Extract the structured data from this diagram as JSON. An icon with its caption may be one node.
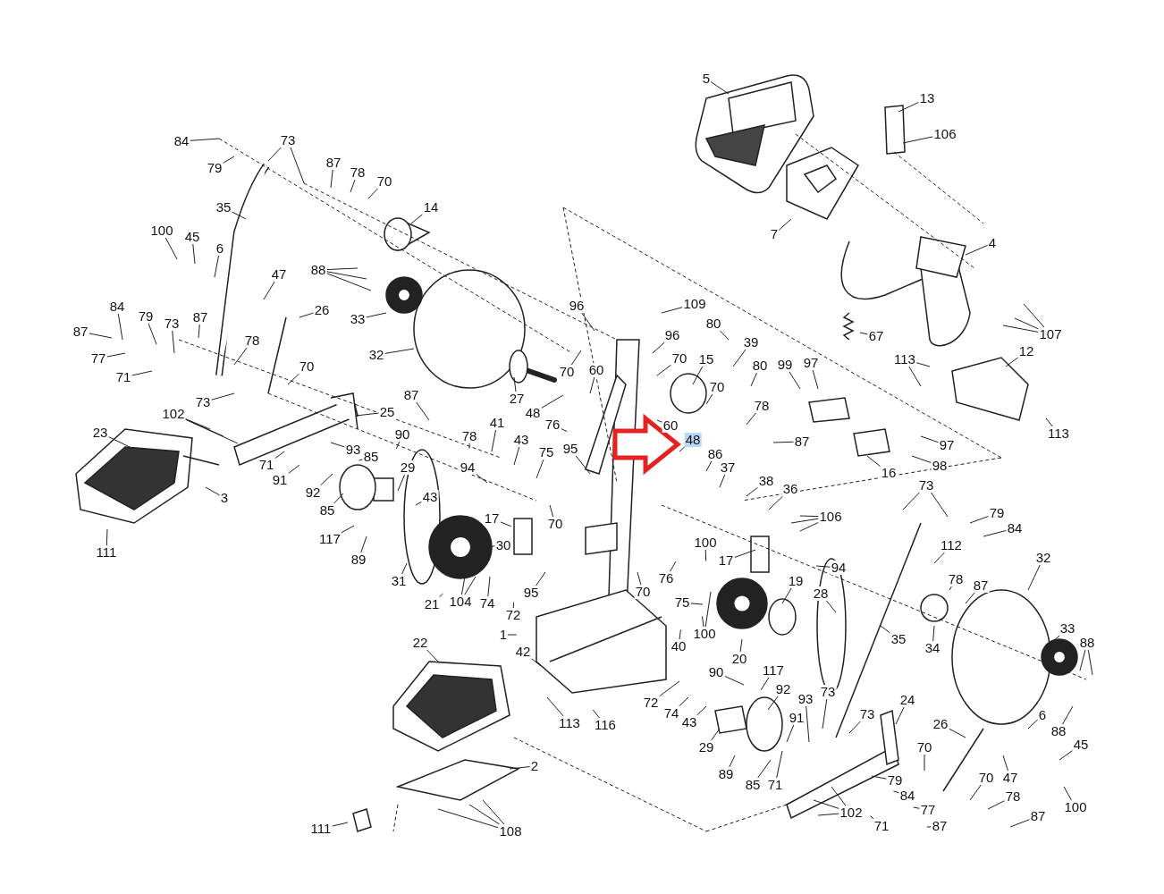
{
  "diagram": {
    "nodes": [
      {
        "text": [
          "5"
        ]
      },
      {
        "text": [
          "13"
        ]
      },
      {
        "text": [
          "106"
        ]
      },
      {
        "text": [
          "84"
        ]
      },
      {
        "text": [
          "73"
        ]
      },
      {
        "text": [
          "79"
        ]
      },
      {
        "text": [
          "87"
        ]
      },
      {
        "text": [
          "78"
        ]
      },
      {
        "text": [
          "70"
        ]
      },
      {
        "text": [
          "14"
        ]
      },
      {
        "text": [
          "35"
        ]
      },
      {
        "text": [
          "7"
        ]
      },
      {
        "text": [
          "4"
        ]
      },
      {
        "text": [
          "100"
        ]
      },
      {
        "text": [
          "45"
        ]
      },
      {
        "text": [
          "6"
        ]
      },
      {
        "text": [
          "47"
        ]
      },
      {
        "text": [
          "88"
        ]
      },
      {
        "text": [
          "26"
        ]
      },
      {
        "text": [
          "33"
        ]
      },
      {
        "text": [
          "109"
        ]
      },
      {
        "text": [
          "96"
        ]
      },
      {
        "text": [
          "84"
        ]
      },
      {
        "text": [
          "79"
        ]
      },
      {
        "text": [
          "73"
        ]
      },
      {
        "text": [
          "87"
        ]
      },
      {
        "text": [
          "87"
        ]
      },
      {
        "text": [
          "80"
        ]
      },
      {
        "text": [
          "67"
        ]
      },
      {
        "text": [
          "107"
        ]
      },
      {
        "text": [
          "96"
        ]
      },
      {
        "text": [
          "39"
        ]
      },
      {
        "text": [
          "78"
        ]
      },
      {
        "text": [
          "77"
        ]
      },
      {
        "text": [
          "32"
        ]
      },
      {
        "text": [
          "70"
        ]
      },
      {
        "text": [
          "15"
        ]
      },
      {
        "text": [
          "80"
        ]
      },
      {
        "text": [
          "99"
        ]
      },
      {
        "text": [
          "97"
        ]
      },
      {
        "text": [
          "113"
        ]
      },
      {
        "text": [
          "12"
        ]
      },
      {
        "text": [
          "71"
        ]
      },
      {
        "text": [
          "70"
        ]
      },
      {
        "text": [
          "70"
        ]
      },
      {
        "text": [
          "60"
        ]
      },
      {
        "text": [
          "70"
        ]
      },
      {
        "text": [
          "27"
        ]
      },
      {
        "text": [
          "73"
        ]
      },
      {
        "text": [
          "48"
        ]
      },
      {
        "text": [
          "78"
        ]
      },
      {
        "text": [
          "87"
        ]
      },
      {
        "text": [
          "102"
        ]
      },
      {
        "text": [
          "25"
        ]
      },
      {
        "text": [
          "60"
        ]
      },
      {
        "text": [
          "76"
        ]
      },
      {
        "text": [
          "87"
        ]
      },
      {
        "text": [
          "97"
        ]
      },
      {
        "text": [
          "48"
        ]
      },
      {
        "text": [
          "113"
        ]
      },
      {
        "text": [
          "23"
        ]
      },
      {
        "text": [
          "78"
        ]
      },
      {
        "text": [
          "41"
        ]
      },
      {
        "text": [
          "43"
        ]
      },
      {
        "text": [
          "90"
        ]
      },
      {
        "text": [
          "85"
        ]
      },
      {
        "text": [
          "93"
        ]
      },
      {
        "text": [
          "71"
        ]
      },
      {
        "text": [
          "95"
        ]
      },
      {
        "text": [
          "75"
        ]
      },
      {
        "text": [
          "86"
        ]
      },
      {
        "text": [
          "16"
        ]
      },
      {
        "text": [
          "98"
        ]
      },
      {
        "text": [
          "94"
        ]
      },
      {
        "text": [
          "29"
        ]
      },
      {
        "text": [
          "37"
        ]
      },
      {
        "text": [
          "91"
        ]
      },
      {
        "text": [
          "92"
        ]
      },
      {
        "text": [
          "3"
        ]
      },
      {
        "text": [
          "38"
        ]
      },
      {
        "text": [
          "36"
        ]
      },
      {
        "text": [
          "73"
        ]
      },
      {
        "text": [
          "85"
        ]
      },
      {
        "text": [
          "43"
        ]
      },
      {
        "text": [
          "106"
        ]
      },
      {
        "text": [
          "79"
        ]
      },
      {
        "text": [
          "17"
        ]
      },
      {
        "text": [
          "70"
        ]
      },
      {
        "text": [
          "30"
        ]
      },
      {
        "text": [
          "84"
        ]
      },
      {
        "text": [
          "117"
        ]
      },
      {
        "text": [
          "100"
        ]
      },
      {
        "text": [
          "112"
        ]
      },
      {
        "text": [
          "111"
        ]
      },
      {
        "text": [
          "17"
        ]
      },
      {
        "text": [
          "94"
        ]
      },
      {
        "text": [
          "32"
        ]
      },
      {
        "text": [
          "89"
        ]
      },
      {
        "text": [
          "31"
        ]
      },
      {
        "text": [
          "78"
        ]
      },
      {
        "text": [
          "87"
        ]
      },
      {
        "text": [
          "19"
        ]
      },
      {
        "text": [
          "28"
        ]
      },
      {
        "text": [
          "95"
        ]
      },
      {
        "text": [
          "76"
        ]
      },
      {
        "text": [
          "70"
        ]
      },
      {
        "text": [
          "75"
        ]
      },
      {
        "text": [
          "21"
        ]
      },
      {
        "text": [
          "104"
        ]
      },
      {
        "text": [
          "74"
        ]
      },
      {
        "text": [
          "72"
        ]
      },
      {
        "text": [
          "100"
        ]
      },
      {
        "text": [
          "34"
        ]
      },
      {
        "text": [
          "35"
        ]
      },
      {
        "text": [
          "33"
        ]
      },
      {
        "text": [
          "1"
        ]
      },
      {
        "text": [
          "88"
        ]
      },
      {
        "text": [
          "40"
        ]
      },
      {
        "text": [
          "22"
        ]
      },
      {
        "text": [
          "20"
        ]
      },
      {
        "text": [
          "42"
        ]
      },
      {
        "text": [
          "90"
        ]
      },
      {
        "text": [
          "117"
        ]
      },
      {
        "text": [
          "92"
        ]
      },
      {
        "text": [
          "73"
        ]
      },
      {
        "text": [
          "24"
        ]
      },
      {
        "text": [
          "72"
        ]
      },
      {
        "text": [
          "93"
        ]
      },
      {
        "text": [
          "74"
        ]
      },
      {
        "text": [
          "73"
        ]
      },
      {
        "text": [
          "6"
        ]
      },
      {
        "text": [
          "43"
        ]
      },
      {
        "text": [
          "113"
        ]
      },
      {
        "text": [
          "116"
        ]
      },
      {
        "text": [
          "91"
        ]
      },
      {
        "text": [
          "26"
        ]
      },
      {
        "text": [
          "88"
        ]
      },
      {
        "text": [
          "29"
        ]
      },
      {
        "text": [
          "70"
        ]
      },
      {
        "text": [
          "45"
        ]
      },
      {
        "text": [
          "2"
        ]
      },
      {
        "text": [
          "89"
        ]
      },
      {
        "text": [
          "85"
        ]
      },
      {
        "text": [
          "71"
        ]
      },
      {
        "text": [
          "79"
        ]
      },
      {
        "text": [
          "47"
        ]
      },
      {
        "text": [
          "70"
        ]
      },
      {
        "text": [
          "84"
        ]
      },
      {
        "text": [
          "78"
        ]
      },
      {
        "text": [
          "77"
        ]
      },
      {
        "text": [
          "100"
        ]
      },
      {
        "text": [
          "102"
        ]
      },
      {
        "text": [
          "71"
        ]
      },
      {
        "text": [
          "87"
        ]
      },
      {
        "text": [
          "87"
        ]
      },
      {
        "text": [
          "111"
        ]
      },
      {
        "text": [
          "108"
        ]
      }
    ],
    "edges": [
      {
        "from": 0,
        "to": null,
        "arrow": "none"
      },
      {
        "from": 1,
        "to": null,
        "arrow": "none"
      },
      {
        "from": 2,
        "to": null,
        "arrow": "none"
      },
      {
        "from": 3,
        "to": null,
        "arrow": "none"
      },
      {
        "from": 4,
        "to": null,
        "arrow": "none"
      },
      {
        "from": 4,
        "to": null,
        "arrow": "none"
      },
      {
        "from": 5,
        "to": null,
        "arrow": "none"
      },
      {
        "from": 6,
        "to": null,
        "arrow": "none"
      },
      {
        "from": 7,
        "to": null,
        "arrow": "none"
      },
      {
        "from": 8,
        "to": null,
        "arrow": "none"
      },
      {
        "from": 9,
        "to": null,
        "arrow": "none"
      },
      {
        "from": 10,
        "to": null,
        "arrow": "none"
      },
      {
        "from": 11,
        "to": null,
        "arrow": "none"
      },
      {
        "from": 12,
        "to": null,
        "arrow": "none"
      },
      {
        "from": 13,
        "to": null,
        "arrow": "none"
      },
      {
        "from": 14,
        "to": null,
        "arrow": "none"
      },
      {
        "from": 15,
        "to": null,
        "arrow": "none"
      },
      {
        "from": 16,
        "to": null,
        "arrow": "none"
      },
      {
        "from": 17,
        "to": null,
        "arrow": "none"
      },
      {
        "from": 17,
        "to": null,
        "arrow": "none"
      },
      {
        "from": 17,
        "to": null,
        "arrow": "none"
      },
      {
        "from": 18,
        "to": null,
        "arrow": "none"
      },
      {
        "from": 19,
        "to": null,
        "arrow": "none"
      },
      {
        "from": 20,
        "to": null,
        "arrow": "none"
      },
      {
        "from": 21,
        "to": null,
        "arrow": "none"
      },
      {
        "from": 22,
        "to": null,
        "arrow": "none"
      },
      {
        "from": 23,
        "to": null,
        "arrow": "none"
      },
      {
        "from": 24,
        "to": null,
        "arrow": "none"
      },
      {
        "from": 25,
        "to": null,
        "arrow": "none"
      },
      {
        "from": 26,
        "to": null,
        "arrow": "none"
      },
      {
        "from": 27,
        "to": null,
        "arrow": "none"
      },
      {
        "from": 28,
        "to": null,
        "arrow": "none"
      },
      {
        "from": 29,
        "to": null,
        "arrow": "none"
      },
      {
        "from": 29,
        "to": null,
        "arrow": "none"
      },
      {
        "from": 29,
        "to": null,
        "arrow": "none"
      },
      {
        "from": 30,
        "to": null,
        "arrow": "none"
      },
      {
        "from": 31,
        "to": null,
        "arrow": "none"
      },
      {
        "from": 32,
        "to": null,
        "arrow": "none"
      },
      {
        "from": 33,
        "to": null,
        "arrow": "none"
      },
      {
        "from": 34,
        "to": null,
        "arrow": "none"
      },
      {
        "from": 35,
        "to": null,
        "arrow": "none"
      },
      {
        "from": 36,
        "to": null,
        "arrow": "none"
      },
      {
        "from": 37,
        "to": null,
        "arrow": "none"
      },
      {
        "from": 38,
        "to": null,
        "arrow": "none"
      },
      {
        "from": 39,
        "to": null,
        "arrow": "none"
      },
      {
        "from": 40,
        "to": null,
        "arrow": "none"
      },
      {
        "from": 40,
        "to": null,
        "arrow": "none"
      },
      {
        "from": 41,
        "to": null,
        "arrow": "none"
      },
      {
        "from": 42,
        "to": null,
        "arrow": "none"
      },
      {
        "from": 43,
        "to": null,
        "arrow": "none"
      },
      {
        "from": 44,
        "to": null,
        "arrow": "none"
      },
      {
        "from": 45,
        "to": null,
        "arrow": "none"
      },
      {
        "from": 46,
        "to": null,
        "arrow": "none"
      },
      {
        "from": 47,
        "to": null,
        "arrow": "none"
      },
      {
        "from": 48,
        "to": null,
        "arrow": "none"
      },
      {
        "from": 49,
        "to": null,
        "arrow": "none"
      },
      {
        "from": 50,
        "to": null,
        "arrow": "none"
      },
      {
        "from": 51,
        "to": null,
        "arrow": "none"
      },
      {
        "from": 52,
        "to": null,
        "arrow": "none"
      },
      {
        "from": 52,
        "to": null,
        "arrow": "none"
      },
      {
        "from": 52,
        "to": null,
        "arrow": "none"
      },
      {
        "from": 53,
        "to": null,
        "arrow": "none"
      },
      {
        "from": 54,
        "to": null,
        "arrow": "none"
      },
      {
        "from": 55,
        "to": null,
        "arrow": "none"
      },
      {
        "from": 56,
        "to": null,
        "arrow": "none"
      },
      {
        "from": 57,
        "to": null,
        "arrow": "none"
      },
      {
        "from": 58,
        "to": null,
        "arrow": "none"
      },
      {
        "from": 59,
        "to": null,
        "arrow": "none"
      },
      {
        "from": 60,
        "to": null,
        "arrow": "none"
      },
      {
        "from": 61,
        "to": null,
        "arrow": "none"
      },
      {
        "from": 62,
        "to": null,
        "arrow": "none"
      },
      {
        "from": 63,
        "to": null,
        "arrow": "none"
      },
      {
        "from": 64,
        "to": null,
        "arrow": "none"
      },
      {
        "from": 65,
        "to": null,
        "arrow": "none"
      },
      {
        "from": 66,
        "to": null,
        "arrow": "none"
      },
      {
        "from": 67,
        "to": null,
        "arrow": "none"
      },
      {
        "from": 68,
        "to": null,
        "arrow": "none"
      },
      {
        "from": 69,
        "to": null,
        "arrow": "none"
      },
      {
        "from": 70,
        "to": null,
        "arrow": "none"
      },
      {
        "from": 71,
        "to": null,
        "arrow": "none"
      },
      {
        "from": 72,
        "to": null,
        "arrow": "none"
      },
      {
        "from": 73,
        "to": null,
        "arrow": "none"
      },
      {
        "from": 74,
        "to": null,
        "arrow": "none"
      },
      {
        "from": 75,
        "to": null,
        "arrow": "none"
      },
      {
        "from": 76,
        "to": null,
        "arrow": "none"
      },
      {
        "from": 77,
        "to": null,
        "arrow": "none"
      },
      {
        "from": 78,
        "to": null,
        "arrow": "none"
      },
      {
        "from": 79,
        "to": null,
        "arrow": "none"
      },
      {
        "from": 80,
        "to": null,
        "arrow": "none"
      },
      {
        "from": 81,
        "to": null,
        "arrow": "none"
      },
      {
        "from": 81,
        "to": null,
        "arrow": "none"
      },
      {
        "from": 82,
        "to": null,
        "arrow": "none"
      },
      {
        "from": 83,
        "to": null,
        "arrow": "none"
      },
      {
        "from": 84,
        "to": null,
        "arrow": "none"
      },
      {
        "from": 84,
        "to": null,
        "arrow": "none"
      },
      {
        "from": 84,
        "to": null,
        "arrow": "none"
      },
      {
        "from": 85,
        "to": null,
        "arrow": "none"
      },
      {
        "from": 86,
        "to": null,
        "arrow": "none"
      },
      {
        "from": 87,
        "to": null,
        "arrow": "none"
      },
      {
        "from": 88,
        "to": null,
        "arrow": "none"
      },
      {
        "from": 89,
        "to": null,
        "arrow": "none"
      },
      {
        "from": 90,
        "to": null,
        "arrow": "none"
      },
      {
        "from": 91,
        "to": null,
        "arrow": "none"
      },
      {
        "from": 92,
        "to": null,
        "arrow": "none"
      },
      {
        "from": 93,
        "to": null,
        "arrow": "none"
      },
      {
        "from": 94,
        "to": null,
        "arrow": "none"
      },
      {
        "from": 95,
        "to": null,
        "arrow": "none"
      },
      {
        "from": 96,
        "to": null,
        "arrow": "none"
      },
      {
        "from": 97,
        "to": null,
        "arrow": "none"
      },
      {
        "from": 98,
        "to": null,
        "arrow": "none"
      },
      {
        "from": 99,
        "to": null,
        "arrow": "none"
      },
      {
        "from": 100,
        "to": null,
        "arrow": "none"
      },
      {
        "from": 101,
        "to": null,
        "arrow": "none"
      },
      {
        "from": 102,
        "to": null,
        "arrow": "none"
      },
      {
        "from": 103,
        "to": null,
        "arrow": "none"
      },
      {
        "from": 104,
        "to": null,
        "arrow": "none"
      },
      {
        "from": 105,
        "to": null,
        "arrow": "none"
      },
      {
        "from": 106,
        "to": null,
        "arrow": "none"
      },
      {
        "from": 107,
        "to": null,
        "arrow": "none"
      },
      {
        "from": 108,
        "to": null,
        "arrow": "none"
      },
      {
        "from": 108,
        "to": null,
        "arrow": "none"
      },
      {
        "from": 109,
        "to": null,
        "arrow": "none"
      },
      {
        "from": 110,
        "to": null,
        "arrow": "none"
      },
      {
        "from": 111,
        "to": null,
        "arrow": "none"
      },
      {
        "from": 111,
        "to": null,
        "arrow": "none"
      },
      {
        "from": 112,
        "to": null,
        "arrow": "none"
      },
      {
        "from": 113,
        "to": null,
        "arrow": "none"
      },
      {
        "from": 114,
        "to": null,
        "arrow": "none"
      },
      {
        "from": 115,
        "to": null,
        "arrow": "none"
      },
      {
        "from": 116,
        "to": null,
        "arrow": "none"
      },
      {
        "from": 116,
        "to": null,
        "arrow": "none"
      },
      {
        "from": 117,
        "to": null,
        "arrow": "none"
      },
      {
        "from": 118,
        "to": null,
        "arrow": "none"
      },
      {
        "from": 119,
        "to": null,
        "arrow": "none"
      },
      {
        "from": 120,
        "to": null,
        "arrow": "none"
      },
      {
        "from": 121,
        "to": null,
        "arrow": "none"
      },
      {
        "from": 122,
        "to": null,
        "arrow": "none"
      },
      {
        "from": 123,
        "to": null,
        "arrow": "none"
      },
      {
        "from": 124,
        "to": null,
        "arrow": "none"
      },
      {
        "from": 125,
        "to": null,
        "arrow": "none"
      },
      {
        "from": 126,
        "to": null,
        "arrow": "none"
      },
      {
        "from": 127,
        "to": null,
        "arrow": "none"
      },
      {
        "from": 128,
        "to": null,
        "arrow": "none"
      },
      {
        "from": 129,
        "to": null,
        "arrow": "none"
      },
      {
        "from": 130,
        "to": null,
        "arrow": "none"
      },
      {
        "from": 131,
        "to": null,
        "arrow": "none"
      },
      {
        "from": 132,
        "to": null,
        "arrow": "none"
      },
      {
        "from": 133,
        "to": null,
        "arrow": "none"
      },
      {
        "from": 134,
        "to": null,
        "arrow": "none"
      },
      {
        "from": 135,
        "to": null,
        "arrow": "none"
      },
      {
        "from": 136,
        "to": null,
        "arrow": "none"
      },
      {
        "from": 137,
        "to": null,
        "arrow": "none"
      },
      {
        "from": 138,
        "to": null,
        "arrow": "none"
      },
      {
        "from": 139,
        "to": null,
        "arrow": "none"
      },
      {
        "from": 140,
        "to": null,
        "arrow": "none"
      },
      {
        "from": 141,
        "to": null,
        "arrow": "none"
      },
      {
        "from": 142,
        "to": null,
        "arrow": "none"
      },
      {
        "from": 143,
        "to": null,
        "arrow": "none"
      },
      {
        "from": 144,
        "to": null,
        "arrow": "none"
      },
      {
        "from": 145,
        "to": null,
        "arrow": "none"
      },
      {
        "from": 146,
        "to": null,
        "arrow": "none"
      },
      {
        "from": 147,
        "to": null,
        "arrow": "none"
      },
      {
        "from": 148,
        "to": null,
        "arrow": "none"
      },
      {
        "from": 149,
        "to": null,
        "arrow": "none"
      },
      {
        "from": 150,
        "to": null,
        "arrow": "none"
      },
      {
        "from": 151,
        "to": null,
        "arrow": "none"
      },
      {
        "from": 151,
        "to": null,
        "arrow": "none"
      },
      {
        "from": 151,
        "to": null,
        "arrow": "none"
      },
      {
        "from": 152,
        "to": null,
        "arrow": "none"
      },
      {
        "from": 153,
        "to": null,
        "arrow": "none"
      },
      {
        "from": 154,
        "to": null,
        "arrow": "none"
      },
      {
        "from": 155,
        "to": null,
        "arrow": "none"
      },
      {
        "from": 156,
        "to": null,
        "arrow": "none"
      },
      {
        "from": 156,
        "to": null,
        "arrow": "none"
      },
      {
        "from": 156,
        "to": null,
        "arrow": "none"
      }
    ]
  }
}
